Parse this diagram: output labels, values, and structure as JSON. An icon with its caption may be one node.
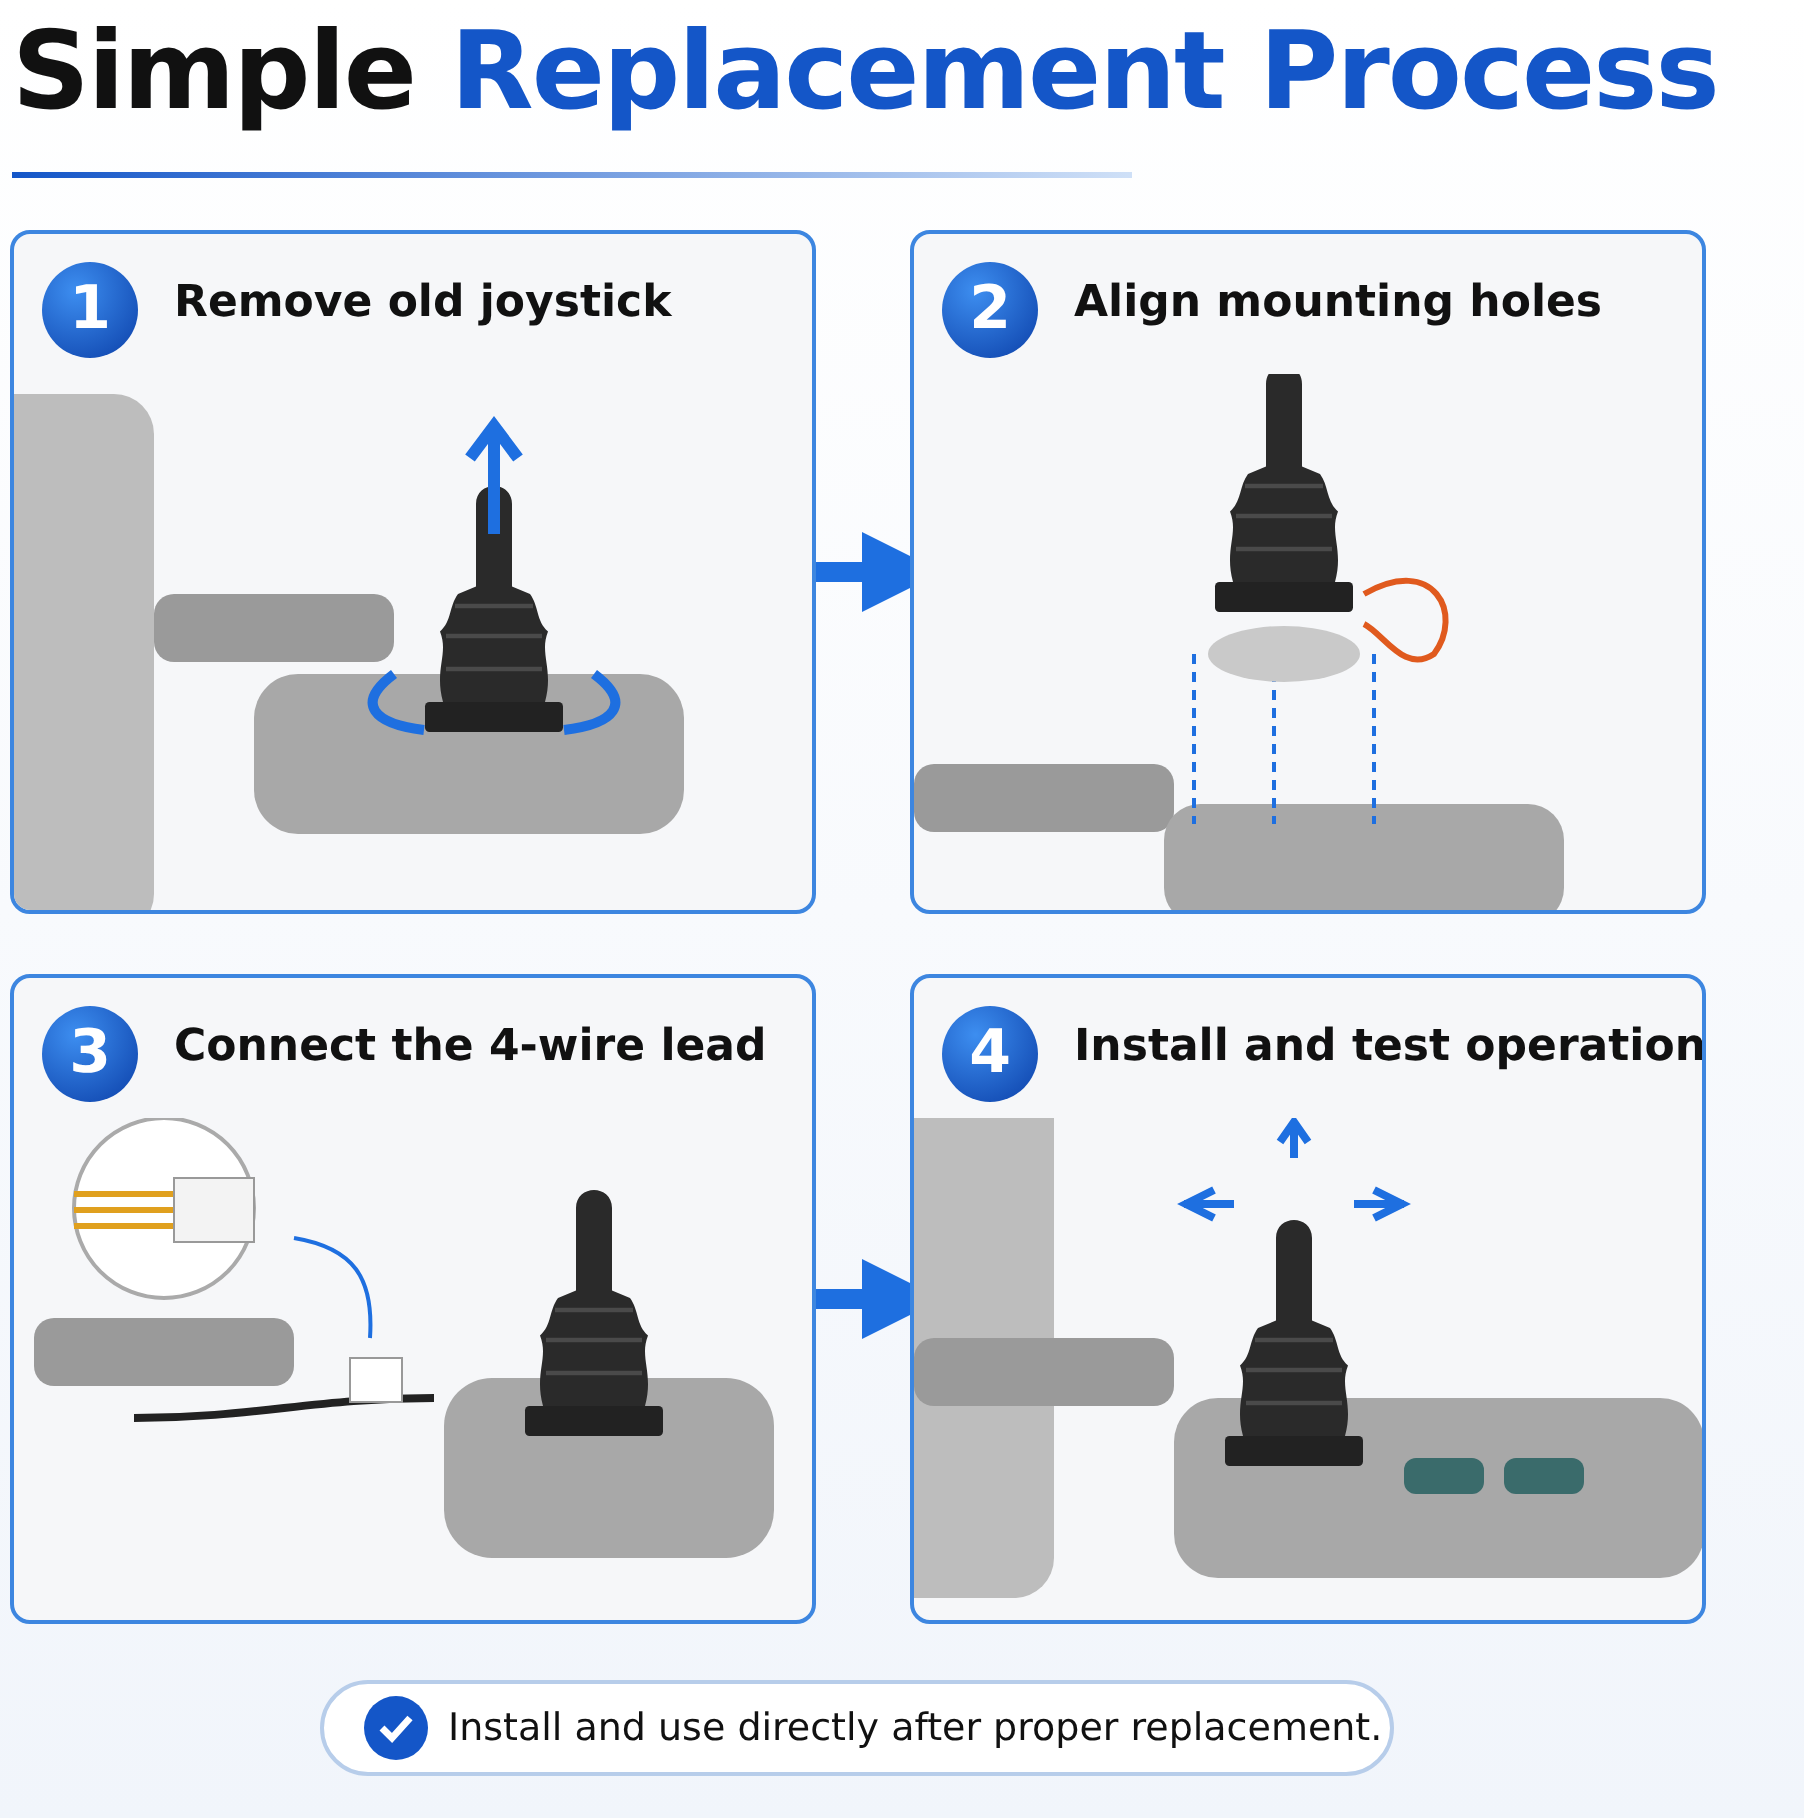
{
  "diagram": {
    "title": "Simple Replacement Process",
    "nodes": [
      {
        "text": [
          "1",
          "Remove old joystick"
        ]
      },
      {
        "text": [
          "2",
          "Align mounting holes"
        ]
      },
      {
        "text": [
          "3",
          "Connect the 4-wire lead"
        ]
      },
      {
        "text": [
          "4",
          "Install and test operation"
        ]
      },
      {
        "text": [
          "Install and use directly after proper replacement."
        ]
      }
    ],
    "edges": [
      {
        "from": 0,
        "to": 1,
        "arrow": "to"
      },
      {
        "from": 2,
        "to": 3,
        "arrow": "to"
      }
    ]
  }
}
